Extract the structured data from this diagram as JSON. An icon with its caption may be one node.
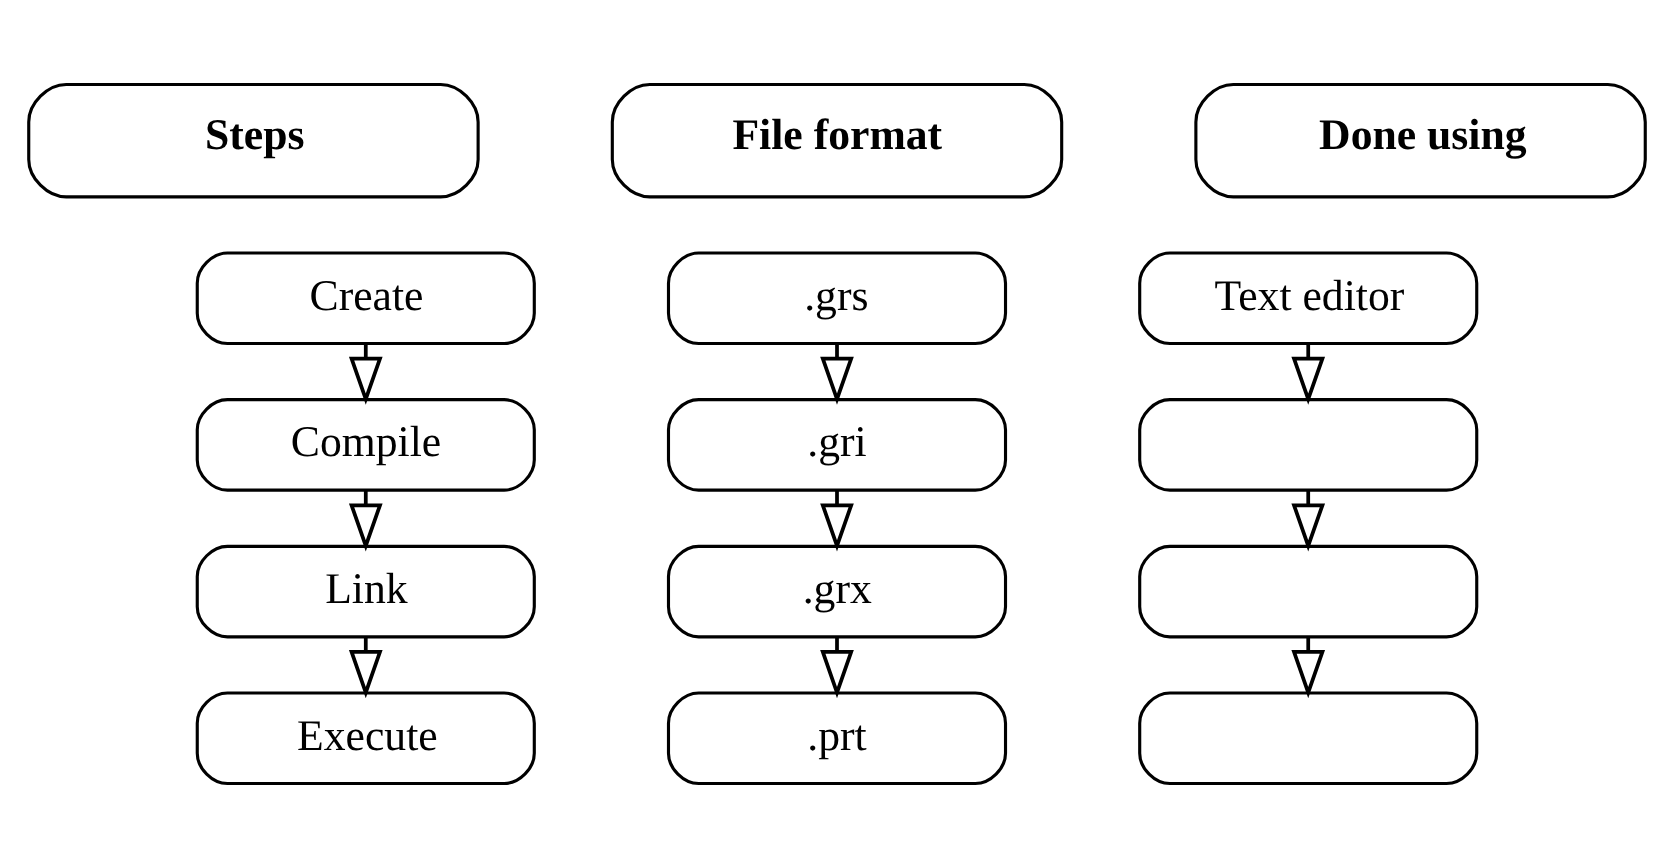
{
  "diagram": {
    "nodes": [
      {
        "text": [
          "Steps"
        ]
      },
      {
        "text": [
          "File format"
        ]
      },
      {
        "text": [
          "Done using"
        ]
      },
      {
        "text": [
          "Create"
        ]
      },
      {
        "text": [
          ".grs"
        ]
      },
      {
        "text": [
          "Text editor"
        ]
      },
      {
        "text": [
          "Compile"
        ]
      },
      {
        "text": [
          ".gri"
        ]
      },
      {
        "text": [],
        "shape": "box"
      },
      {
        "text": [
          "Link"
        ]
      },
      {
        "text": [
          ".grx"
        ]
      },
      {
        "text": [],
        "shape": "box"
      },
      {
        "text": [
          "Execute"
        ]
      },
      {
        "text": [
          ".prt"
        ]
      },
      {
        "text": [],
        "shape": "box"
      }
    ],
    "edges": [
      {
        "from": 3,
        "to": 6,
        "arrow": "to"
      },
      {
        "from": 6,
        "to": 9,
        "arrow": "to"
      },
      {
        "from": 9,
        "to": 12,
        "arrow": "to"
      },
      {
        "from": 4,
        "to": 7,
        "arrow": "to"
      },
      {
        "from": 7,
        "to": 10,
        "arrow": "to"
      },
      {
        "from": 10,
        "to": 13,
        "arrow": "to"
      },
      {
        "from": 5,
        "to": 8,
        "arrow": "to"
      },
      {
        "from": 8,
        "to": 11,
        "arrow": "to"
      },
      {
        "from": 11,
        "to": 14,
        "arrow": "to"
      }
    ]
  }
}
